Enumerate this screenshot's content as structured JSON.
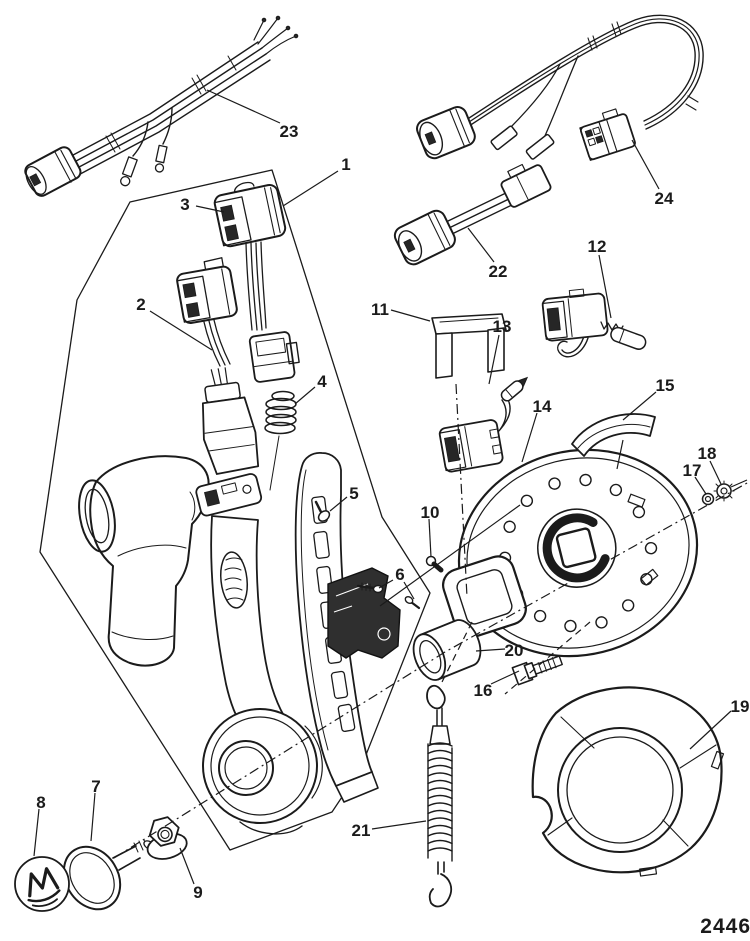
{
  "figure": {
    "part_number": "2446",
    "callouts": {
      "c1": "1",
      "c2": "2",
      "c3": "3",
      "c4": "4",
      "c5": "5",
      "c6": "6",
      "c7": "7",
      "c8": "8",
      "c9": "9",
      "c10": "10",
      "c11": "11",
      "c12": "12",
      "c13": "13",
      "c14": "14",
      "c15": "15",
      "c16": "16",
      "c17": "17",
      "c18": "18",
      "c19": "19",
      "c20": "20",
      "c21": "21",
      "c22": "22",
      "c23": "23",
      "c24": "24"
    }
  }
}
